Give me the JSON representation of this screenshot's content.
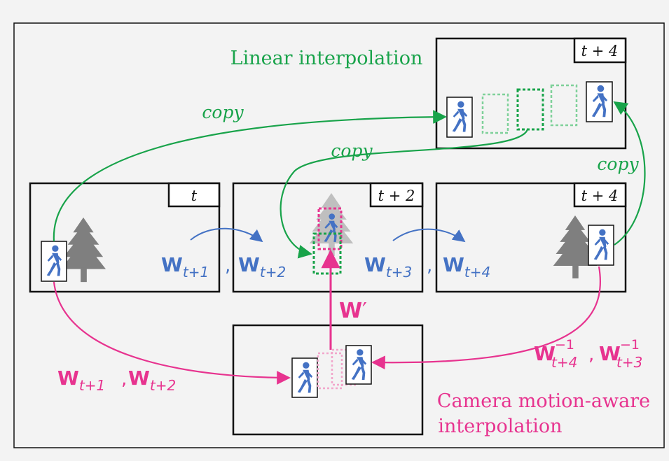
{
  "colors": {
    "green": "#18a34a",
    "green_light": "#7fd19a",
    "magenta": "#e7338f",
    "magenta_light": "#f2a6cb",
    "blue": "#4472c4",
    "gray": "#7f7f7f",
    "frame": "#111111",
    "background": "#f3f3f3"
  },
  "labels": {
    "linear_title": "Linear interpolation",
    "camera_title_line1": "Camera motion-aware",
    "camera_title_line2": "interpolation",
    "copy_top_left": "copy",
    "copy_middle": "copy",
    "copy_right": "copy",
    "frame_t": "t",
    "frame_t_plus_2": "t + 2",
    "frame_t_plus_4_top": "t + 4",
    "frame_t_plus_4_mid": "t + 4",
    "w_prime_base": "W",
    "w_prime_sup": "′",
    "comma": ",",
    "w": "W",
    "sub_t1": "t+1",
    "sub_t2": "t+2",
    "sub_t3": "t+3",
    "sub_t4": "t+4",
    "inv_sup": "−1"
  },
  "icons": [
    "pedestrian-icon",
    "tree-icon"
  ]
}
